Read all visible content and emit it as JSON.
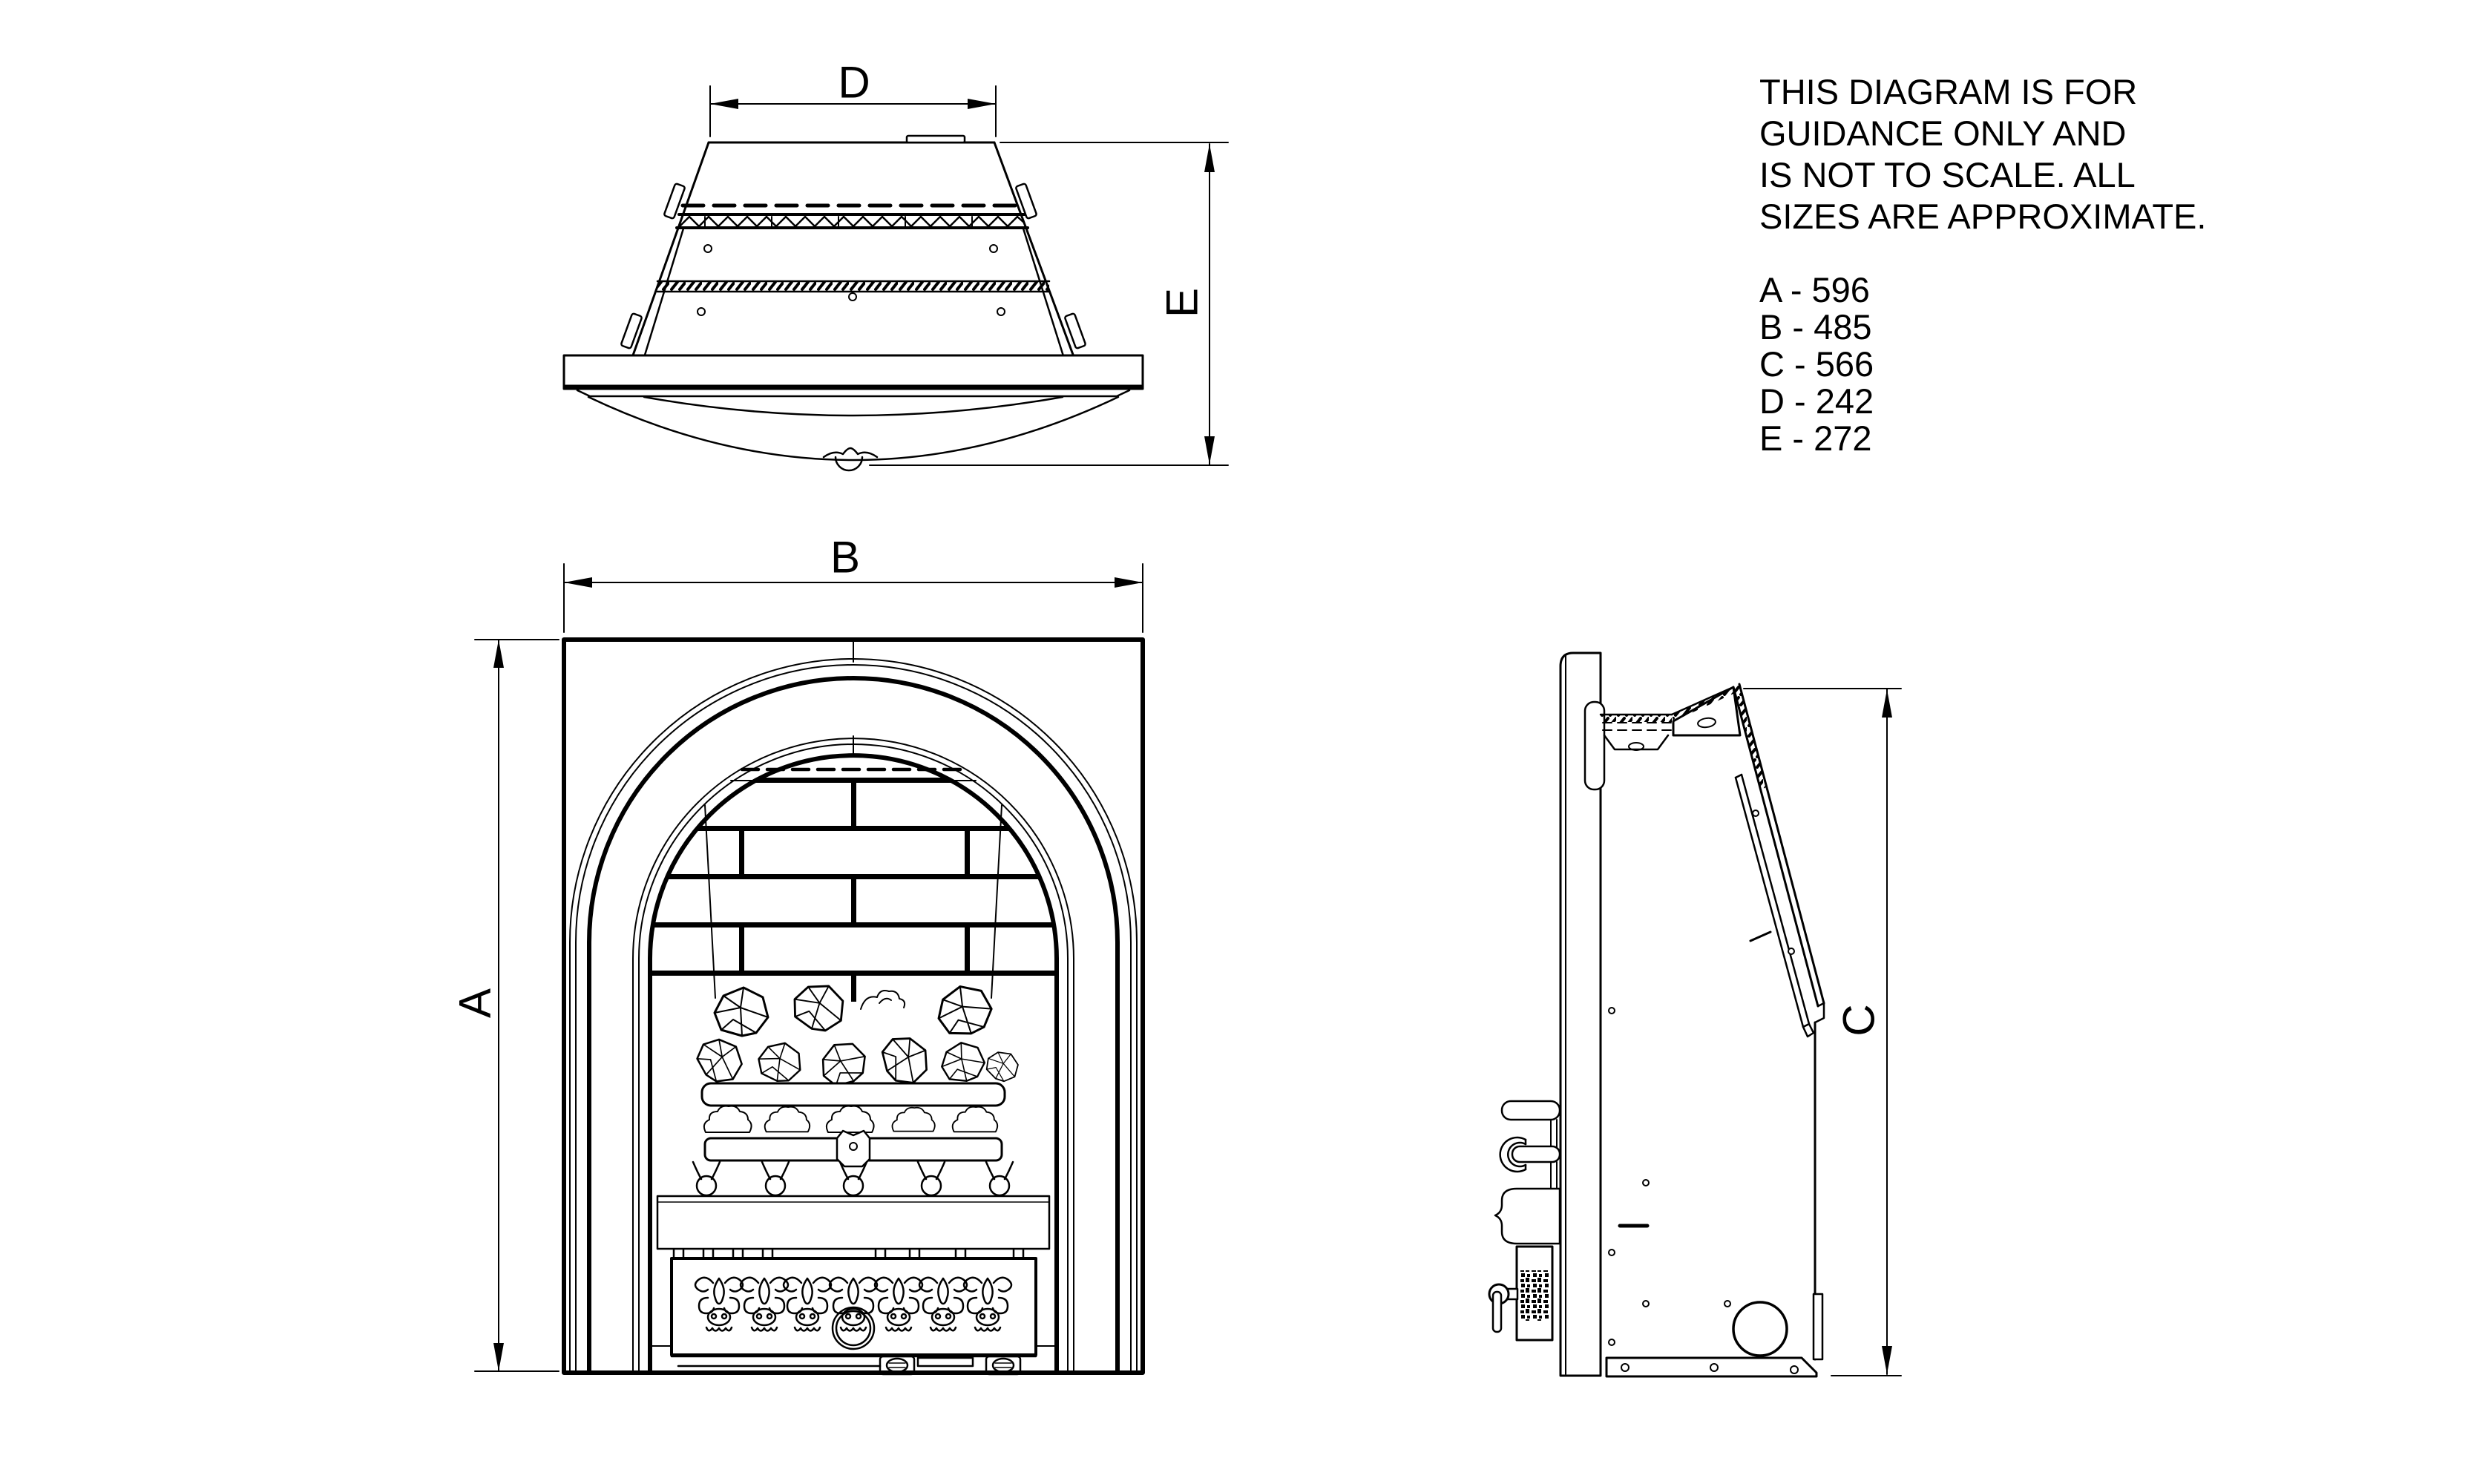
{
  "diagram": {
    "note_lines": [
      "THIS DIAGRAM IS FOR",
      "GUIDANCE ONLY AND",
      "IS NOT TO SCALE. ALL",
      "SIZES ARE APPROXIMATE."
    ],
    "sizes": [
      {
        "letter": "A",
        "value": "596",
        "display": "A - 596"
      },
      {
        "letter": "B",
        "value": "485",
        "display": "B - 485"
      },
      {
        "letter": "C",
        "value": "566",
        "display": "C - 566"
      },
      {
        "letter": "D",
        "value": "242",
        "display": "D - 242"
      },
      {
        "letter": "E",
        "value": "272",
        "display": "E - 272"
      }
    ],
    "dim_labels": {
      "a": "A",
      "b": "B",
      "c": "C",
      "d": "D",
      "e": "E"
    },
    "colors": {
      "line": "#000000",
      "background": "#ffffff"
    }
  }
}
